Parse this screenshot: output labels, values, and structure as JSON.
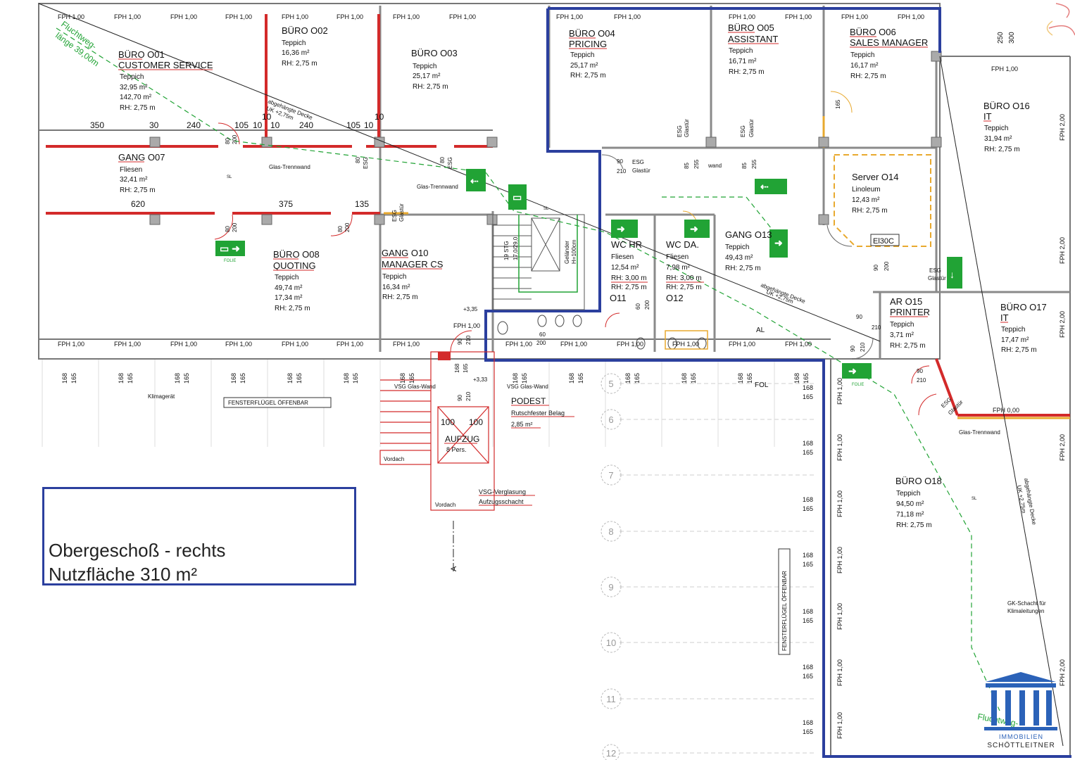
{
  "title": {
    "line1": "Obergeschoß - rechts",
    "line2": "Nutzfläche 310 m²"
  },
  "logo": {
    "icon": "building-columns-icon",
    "line1": "IMMOBILIEN",
    "line2": "SCHÖTTLEITNER"
  },
  "colors": {
    "outline": "#2b3f9e",
    "wall_new": "#d32a2a",
    "escape": "#21a335",
    "server": "#e8a92e"
  },
  "rooms": [
    {
      "id": "o01",
      "name": "BÜRO O01",
      "purpose": "CUSTOMER SERVICE",
      "floor": "Teppich",
      "area": "32,95 m²",
      "area_old": "142,70 m²",
      "height": "RH: 2,75 m"
    },
    {
      "id": "o02",
      "name": "BÜRO O02",
      "purpose": "",
      "floor": "Teppich",
      "area": "16,36 m²",
      "area_old": "",
      "height": "RH: 2,75 m"
    },
    {
      "id": "o03",
      "name": "BÜRO O03",
      "purpose": "",
      "floor": "Teppich",
      "area": "25,17 m²",
      "area_old": "",
      "height": "RH: 2,75 m"
    },
    {
      "id": "o04",
      "name": "BÜRO O04",
      "purpose": "PRICING",
      "floor": "Teppich",
      "area": "25,17 m²",
      "area_old": "",
      "height": "RH: 2,75 m"
    },
    {
      "id": "o05",
      "name": "BÜRO O05",
      "purpose": "ASSISTANT",
      "floor": "Teppich",
      "area": "16,71 m²",
      "area_old": "",
      "height": "RH: 2,75 m"
    },
    {
      "id": "o06",
      "name": "BÜRO O06",
      "purpose": "SALES MANAGER",
      "floor": "Teppich",
      "area": "16,17 m²",
      "area_old": "",
      "height": "RH: 2,75 m"
    },
    {
      "id": "o07",
      "name": "GANG O07",
      "purpose": "",
      "floor": "Fliesen",
      "area": "32,41 m²",
      "area_old": "",
      "height": "RH: 2,75 m"
    },
    {
      "id": "o08",
      "name": "BÜRO O08",
      "purpose": "QUOTING",
      "floor": "Teppich",
      "area": "49,74 m²",
      "area_old": "17,34 m²",
      "height": "RH: 2,75 m"
    },
    {
      "id": "o10",
      "name": "GANG O10",
      "purpose": "MANAGER CS",
      "floor": "Teppich",
      "area": "16,34 m²",
      "area_old": "",
      "height": "RH: 2,75 m"
    },
    {
      "id": "o11",
      "name": "WC HR",
      "purpose": "",
      "floor": "Fliesen",
      "area": "12,54 m²",
      "area_old": "",
      "height": "RH: 3,00 m",
      "height2": "RH: 2,75 m",
      "number": "O11"
    },
    {
      "id": "o12",
      "name": "WC DA.",
      "purpose": "",
      "floor": "Fliesen",
      "area": "7,98 m²",
      "area_old": "",
      "height": "RH: 3,00 m",
      "height2": "RH: 2,75 m",
      "number": "O12"
    },
    {
      "id": "o13",
      "name": "GANG O13",
      "purpose": "",
      "floor": "Teppich",
      "area": "49,43 m²",
      "area_old": "",
      "height": "RH: 2,75 m"
    },
    {
      "id": "o14",
      "name": "Server O14",
      "purpose": "",
      "floor": "Linoleum",
      "area": "12,43 m²",
      "area_old": "",
      "height": "RH: 2,75 m"
    },
    {
      "id": "o15",
      "name": "AR O15",
      "purpose": "PRINTER",
      "floor": "Teppich",
      "area": "3,71 m²",
      "area_old": "",
      "height": "RH: 2,75 m"
    },
    {
      "id": "o16",
      "name": "BÜRO O16",
      "purpose": "IT",
      "floor": "Teppich",
      "area": "31,94 m²",
      "area_old": "",
      "height": "RH: 2,75 m"
    },
    {
      "id": "o17",
      "name": "BÜRO O17",
      "purpose": "IT",
      "floor": "Teppich",
      "area": "17,47 m²",
      "area_old": "",
      "height": "RH: 2,75 m"
    },
    {
      "id": "o18",
      "name": "BÜRO O18",
      "purpose": "",
      "floor": "Teppich",
      "area": "94,50 m²",
      "area_old": "71,18 m²",
      "height": "RH: 2,75 m"
    }
  ],
  "podest": {
    "name": "PODEST",
    "floor": "Rutschfester Belag",
    "area": "2,85 m²"
  },
  "elevator": {
    "name": "AUFZUG",
    "capacity": "8 Pers.",
    "dim_left": "100",
    "dim_right": "100"
  },
  "labels": {
    "fph": "FPH 1,00",
    "fph_zero": "FPH 0,00",
    "fph_two": "FPH 2,00",
    "glass_wall": "Glas-Trennwand",
    "esg": "ESG",
    "glass_door": "Glastür",
    "ceiling": "abgehängte Decke",
    "ceiling_uk": "UK +2,75m",
    "escape_route": "Fluchtweg-",
    "escape_length": "länge 39,00m",
    "escape_short": "Fluchtweg-",
    "window_open": "FENSTERFLÜGEL ÖFFENBAR",
    "window_open_v": "FENSTERFLÜGEL ÖFFENBAR",
    "aircon": "Klimagerät",
    "vsg_wall": "VSG Glas-Wand",
    "vsg_glazing": "VSG-Verglasung",
    "shaft": "Aufzugsschacht",
    "canopy": "Vordach",
    "level1": "+3,35",
    "level2": "+3,33",
    "stairs": "19 STG",
    "stairs2": "17,0/29,0",
    "railing": "Geländer",
    "railing_h": "H=100cm",
    "gk_shaft": "GK-Schacht für",
    "gk_shaft2": "Klimaleitungen",
    "folie": "FOLIE",
    "sl": "SL",
    "al": "AL",
    "fol": "FOL",
    "el": "El30C",
    "section": "A"
  },
  "dimensions": {
    "top_row": [
      "350",
      "30",
      "240",
      "105",
      "10",
      "10",
      "240",
      "105",
      "10"
    ],
    "tens": [
      "10",
      "10"
    ],
    "mid_row": [
      "620",
      "375",
      "135"
    ],
    "right_col": [
      "250",
      "300"
    ],
    "window_pair": [
      "168",
      "165"
    ],
    "door_pairs": [
      "80",
      "200",
      "90",
      "210",
      "85",
      "255",
      "60",
      "200",
      "90",
      "200"
    ]
  },
  "axes": [
    "5",
    "6",
    "7",
    "8",
    "9",
    "10",
    "11",
    "12"
  ]
}
